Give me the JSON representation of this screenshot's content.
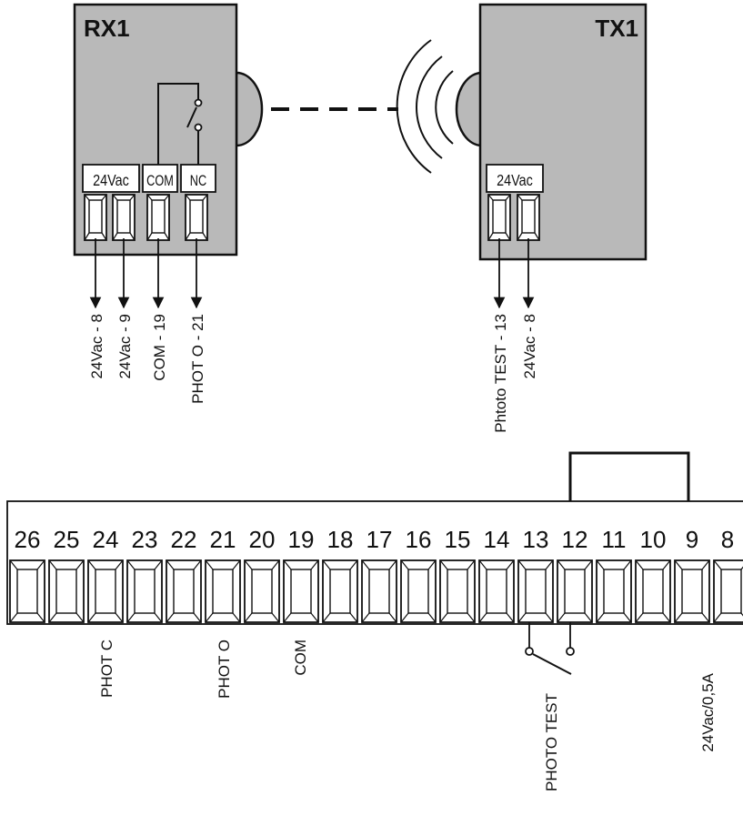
{
  "colors": {
    "device_fill": "#b9b9b9",
    "line": "#111111",
    "terminal_fill": "#ffffff"
  },
  "rx": {
    "title": "RX1",
    "labels": {
      "power": "24Vac",
      "com": "COM",
      "nc": "NC"
    },
    "wires": [
      "24Vac - 8",
      "24Vac - 9",
      "COM - 19",
      "PHOT O - 21"
    ]
  },
  "tx": {
    "title": "TX1",
    "labels": {
      "power": "24Vac"
    },
    "wires": [
      "Phtoto TEST - 13",
      "24Vac - 8"
    ]
  },
  "terminal_board": {
    "numbers": [
      "26",
      "25",
      "24",
      "23",
      "22",
      "21",
      "20",
      "19",
      "18",
      "17",
      "16",
      "15",
      "14",
      "13",
      "12",
      "11",
      "10",
      "9",
      "8"
    ],
    "labels": {
      "phot_c": "PHOT C",
      "phot_o": "PHOT O",
      "com": "COM",
      "photo_test": "PHOTO TEST",
      "power": "24Vac/0,5A"
    }
  },
  "icons": [
    "beam-emitter-icon",
    "beam-receiver-icon",
    "relay-contact-icon",
    "signal-wave-icon"
  ]
}
